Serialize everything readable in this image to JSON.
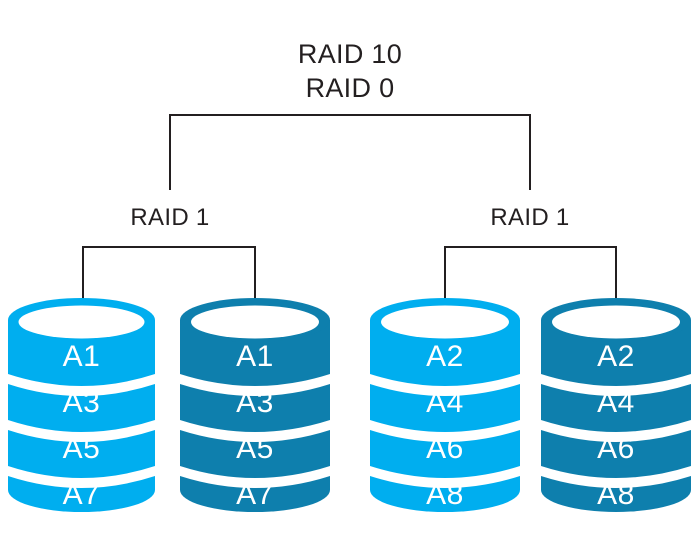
{
  "diagram": {
    "title": "RAID 10",
    "type": "raid-array-diagram",
    "background_color": "#ffffff",
    "line_color": "#231f20",
    "text_color": "#231f20"
  },
  "labels": {
    "raid10": "RAID 10",
    "raid0": "RAID 0",
    "raid1_left": "RAID 1",
    "raid1_right": "RAID 1"
  },
  "colors": {
    "light_blue": "#00AEEF",
    "dark_blue": "#0E7FAD",
    "white": "#ffffff",
    "line": "#231f20"
  },
  "disks": [
    {
      "id": "disk-1",
      "group": "raid1-left",
      "shade": "light",
      "color": "#00AEEF",
      "blocks": [
        "A1",
        "A3",
        "A5",
        "A7"
      ]
    },
    {
      "id": "disk-2",
      "group": "raid1-left",
      "shade": "dark",
      "color": "#0E7FAD",
      "blocks": [
        "A1",
        "A3",
        "A5",
        "A7"
      ]
    },
    {
      "id": "disk-3",
      "group": "raid1-right",
      "shade": "light",
      "color": "#00AEEF",
      "blocks": [
        "A2",
        "A4",
        "A6",
        "A8"
      ]
    },
    {
      "id": "disk-4",
      "group": "raid1-right",
      "shade": "dark",
      "color": "#0E7FAD",
      "blocks": [
        "A2",
        "A4",
        "A6",
        "A8"
      ]
    }
  ]
}
